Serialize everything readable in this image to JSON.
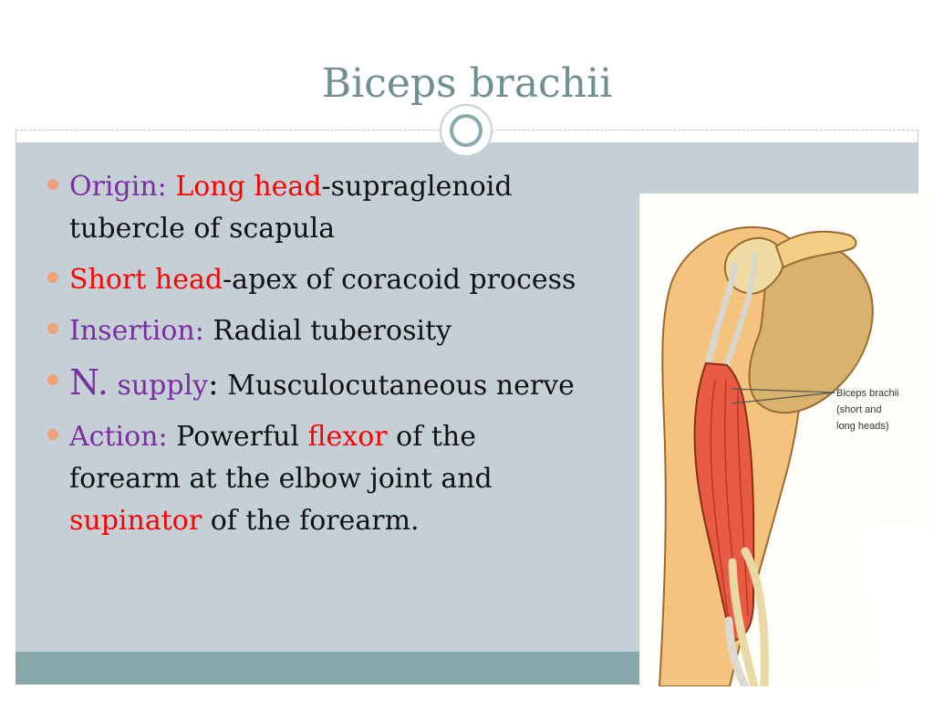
{
  "slide": {
    "title": "Biceps brachii"
  },
  "content": {
    "items": [
      {
        "label": "Origin:",
        "highlight": "Long head",
        "text": "-supraglenoid tubercle of scapula"
      },
      {
        "highlight": "Short head",
        "text": "-apex of coracoid process"
      },
      {
        "label": "Insertion:",
        "text": "Radial tuberosity"
      },
      {
        "label_prefix": "N.",
        "label_suffix": "supply",
        "separator": ":",
        "text": "Musculocutaneous nerve"
      },
      {
        "label": "Action:",
        "text_before": "Powerful",
        "highlight_1": "flexor",
        "text_middle": "of the forearm at the elbow joint and",
        "highlight_2": "supinator",
        "text_after": "of the forearm."
      }
    ]
  },
  "illustration": {
    "label_line_1": "Biceps brachii",
    "label_line_2": "(short and",
    "label_line_3": "long heads)"
  },
  "colors": {
    "title": "#6f8f90",
    "label_purple": "#7a2ea1",
    "highlight_red": "#ff0000",
    "bullet": "#f0a07a",
    "body_panel": "#c5d0d6",
    "footer_band": "#86a8aa"
  }
}
